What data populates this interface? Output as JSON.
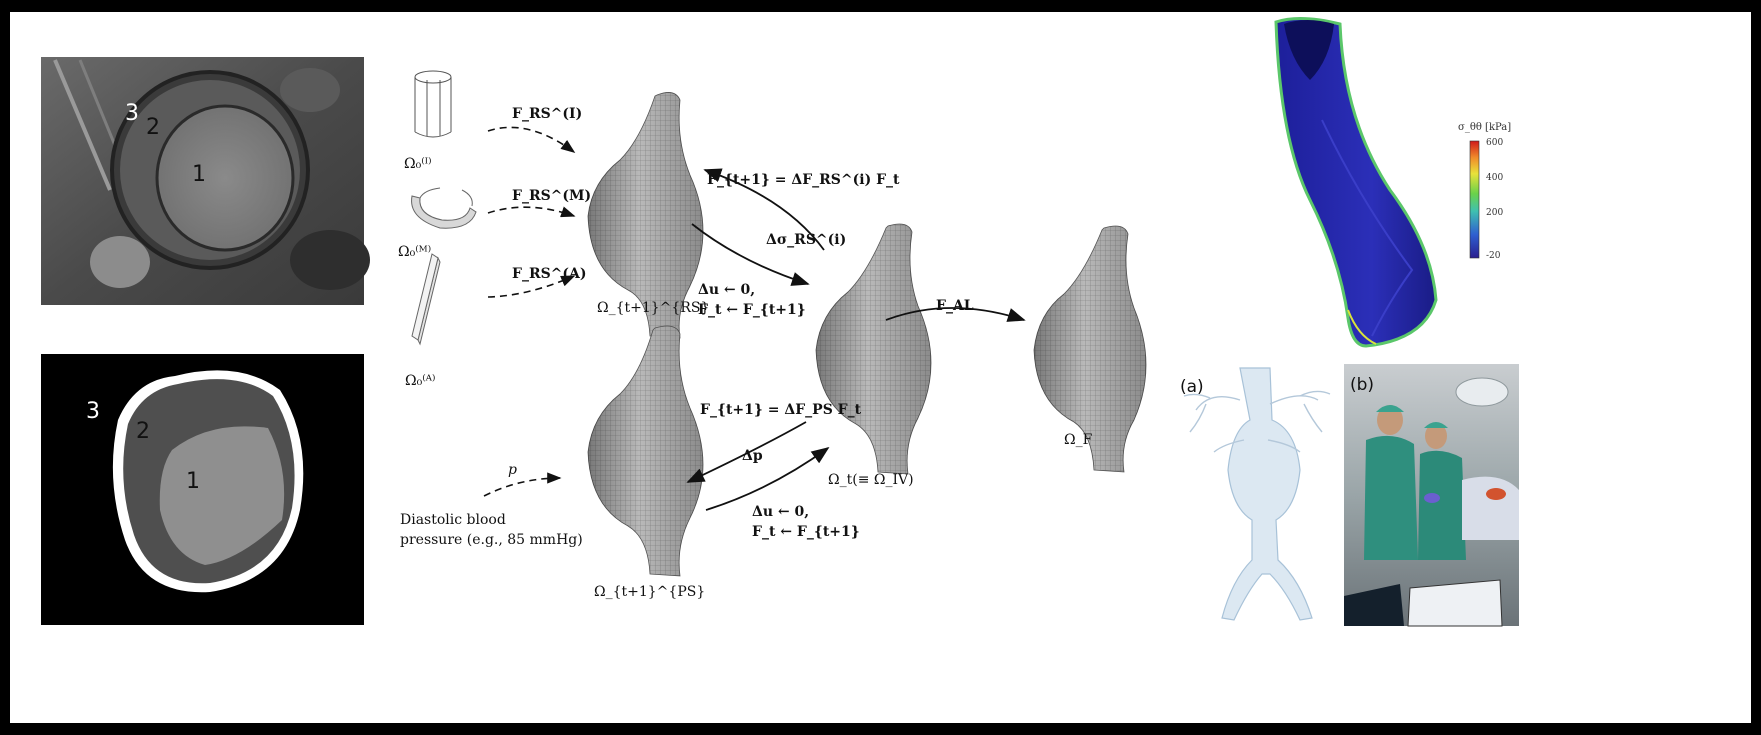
{
  "mri": {
    "labels": [
      "3",
      "2",
      "1"
    ]
  },
  "segmentation": {
    "labels": [
      "3",
      "2",
      "1"
    ]
  },
  "diagram": {
    "omega_I": "Ω₀⁽ᴵ⁾",
    "omega_M": "Ω₀⁽ᴹ⁾",
    "omega_A": "Ω₀⁽ᴬ⁾",
    "f_rs_I": "F_RS^(I)",
    "f_rs_M": "F_RS^(M)",
    "f_rs_A": "F_RS^(A)",
    "omega_rs": "Ω_{t+1}^{RS}",
    "omega_ps": "Ω_{t+1}^{PS}",
    "omega_t": "Ω_t(≡ Ω_IV)",
    "omega_f": "Ω_F",
    "f_al": "F_AL",
    "update_rs": "F_{t+1} = ΔF_RS^(i) F_t",
    "delta_sigma": "Δσ_RS^(i)",
    "reset_top_1": "Δu ← 0,",
    "reset_top_2": "F_t ← F_{t+1}",
    "update_ps": "F_{t+1} = ΔF_PS F_t",
    "delta_p": "Δp",
    "reset_bot_1": "Δu ← 0,",
    "reset_bot_2": "F_t ← F_{t+1}",
    "p": "p",
    "diastolic_1": "Diastolic blood",
    "diastolic_2": "pressure (e.g., 85 mmHg)"
  },
  "colorbar": {
    "title": "σ_θθ [kPa]",
    "ticks": [
      "600",
      "400",
      "200",
      "-20"
    ]
  },
  "photos": {
    "a_label": "(a)",
    "b_label": "(b)"
  }
}
